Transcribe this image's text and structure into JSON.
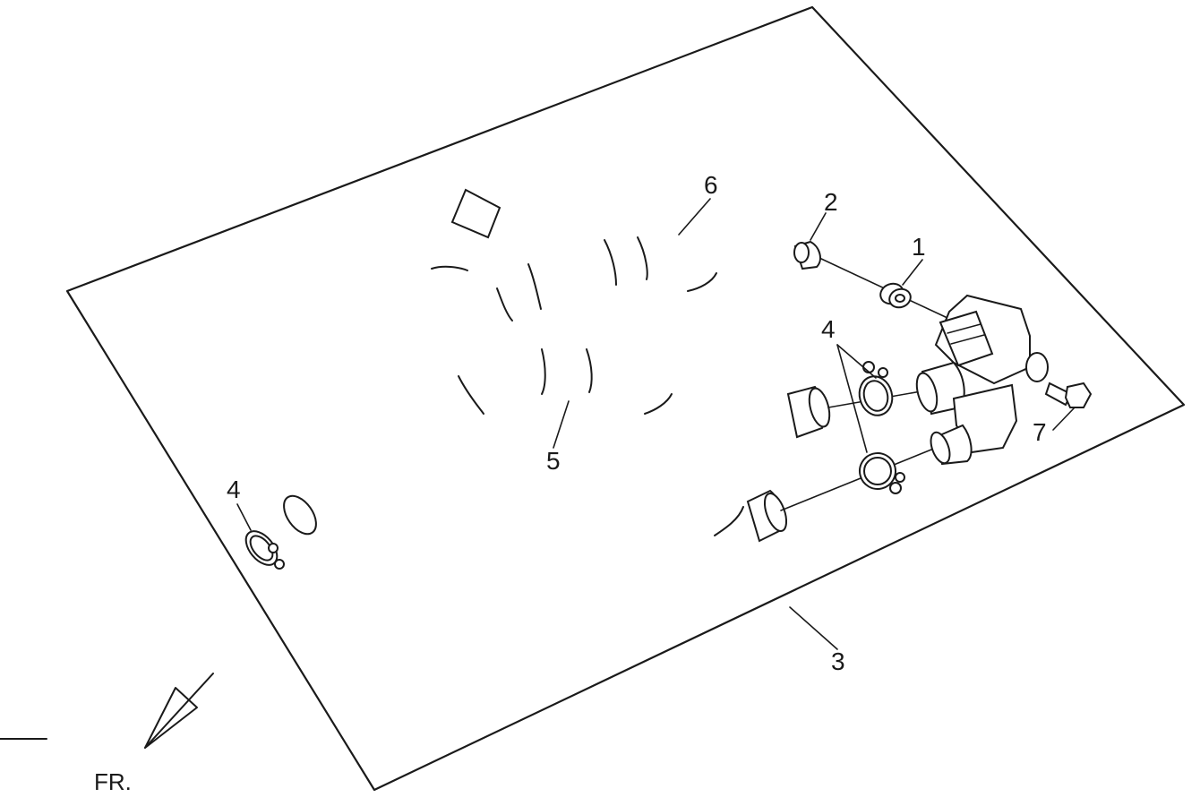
{
  "callouts": {
    "c1": "1",
    "c2": "2",
    "c3": "3",
    "c4a": "4",
    "c4b": "4",
    "c5": "5",
    "c6": "6",
    "c7": "7"
  },
  "direction_label": "FR.",
  "colors": {
    "line": "#1a1a1a",
    "background": "#ffffff"
  }
}
